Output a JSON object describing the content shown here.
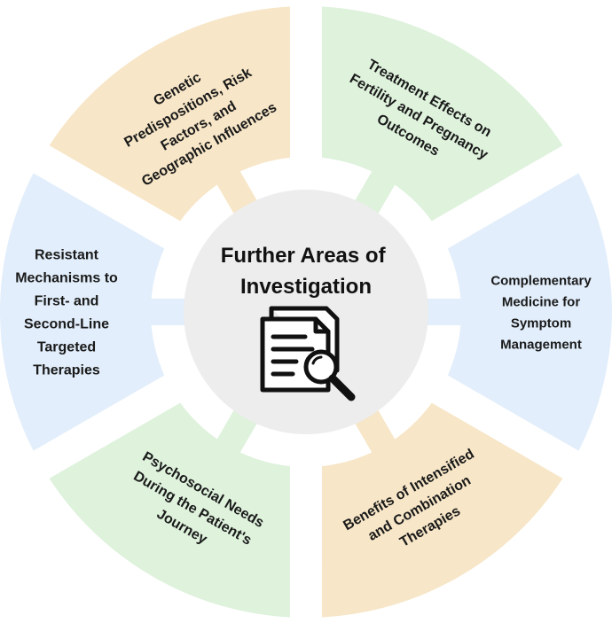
{
  "center": {
    "title_lines": [
      "Further Areas of",
      "Investigation"
    ],
    "icon": "document-magnifier-icon",
    "fill": "#ededed"
  },
  "segments": [
    {
      "id": "genetic",
      "color": "#f7e6c7",
      "lines": [
        "Genetic",
        "Predispositions, Risk",
        "Factors, and",
        "Geographic Influences"
      ]
    },
    {
      "id": "treatment",
      "color": "#def2dc",
      "lines": [
        "Treatment Effects on",
        "Fertility and Pregnancy",
        "Outcomes"
      ]
    },
    {
      "id": "complementary",
      "color": "#e2eefb",
      "lines": [
        "Complementary",
        "Medicine for",
        "Symptom",
        "Management"
      ]
    },
    {
      "id": "benefits",
      "color": "#f7e6c7",
      "lines": [
        "Benefits of Intensified",
        "and Combination",
        "Therapies"
      ]
    },
    {
      "id": "psychosocial",
      "color": "#def2dc",
      "lines": [
        "Psychosocial Needs",
        "During the Patient's",
        "Journey"
      ]
    },
    {
      "id": "resistant",
      "color": "#e2eefb",
      "lines": [
        "Resistant",
        "Mechanisms to",
        "First- and",
        "Second-Line",
        "Targeted",
        "Therapies"
      ]
    }
  ]
}
